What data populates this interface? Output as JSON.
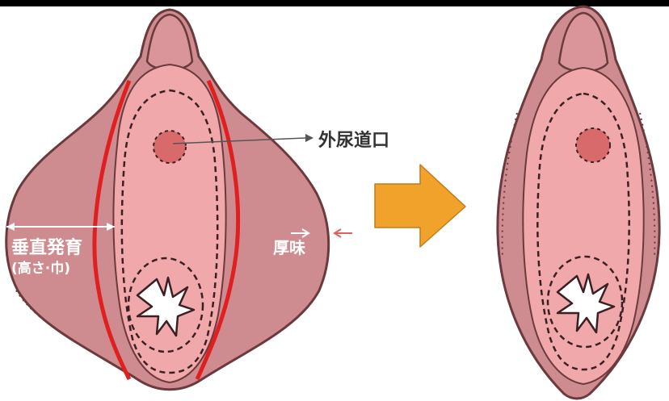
{
  "labels": {
    "urethral_opening": "外尿道口",
    "vertical_growth": "垂直発育",
    "vertical_growth_sub": "(高さ·巾)",
    "thickness": "厚味"
  },
  "colors": {
    "outer_skin": "#cf8c90",
    "inner_skin": "#f0a8aa",
    "outline": "#6b3a3c",
    "red_line": "#e02020",
    "arrow": "#f0a22a",
    "urethra": "#d96a6c"
  },
  "icons": {
    "transition_arrow": "arrow-right-icon"
  }
}
